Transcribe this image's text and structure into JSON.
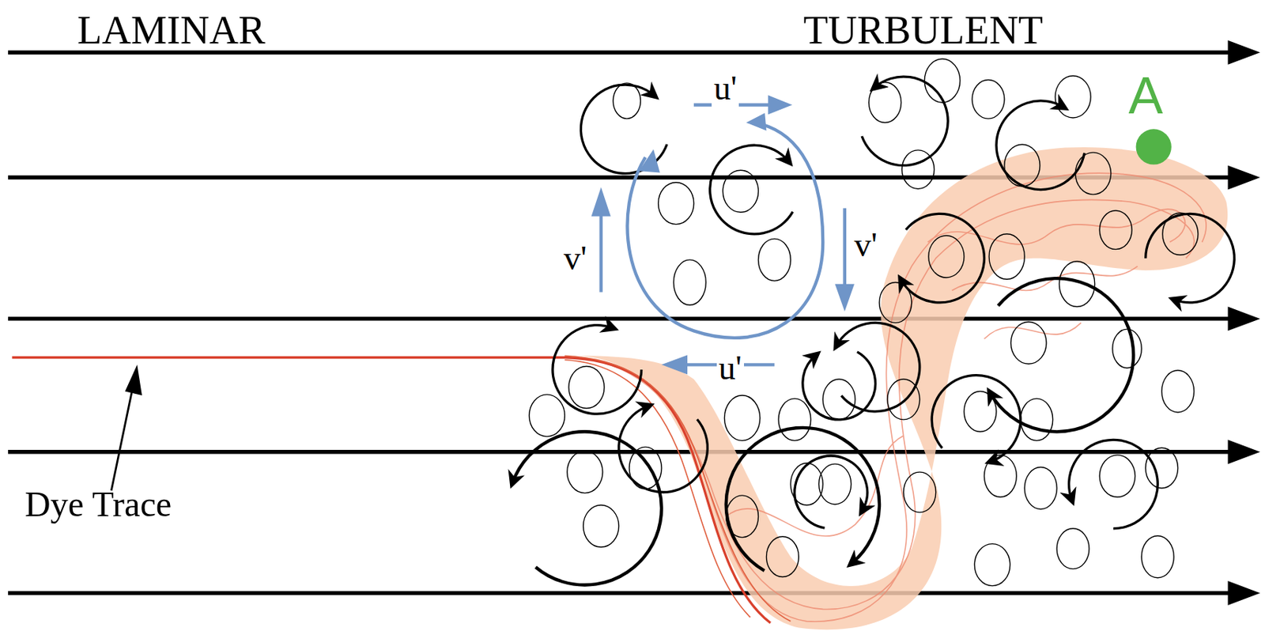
{
  "diagram": {
    "labels": [
      "LAMINAR",
      "TURBULENT",
      "u'",
      "v'",
      "v'",
      "u'",
      "A",
      "Dye Trace"
    ]
  }
}
